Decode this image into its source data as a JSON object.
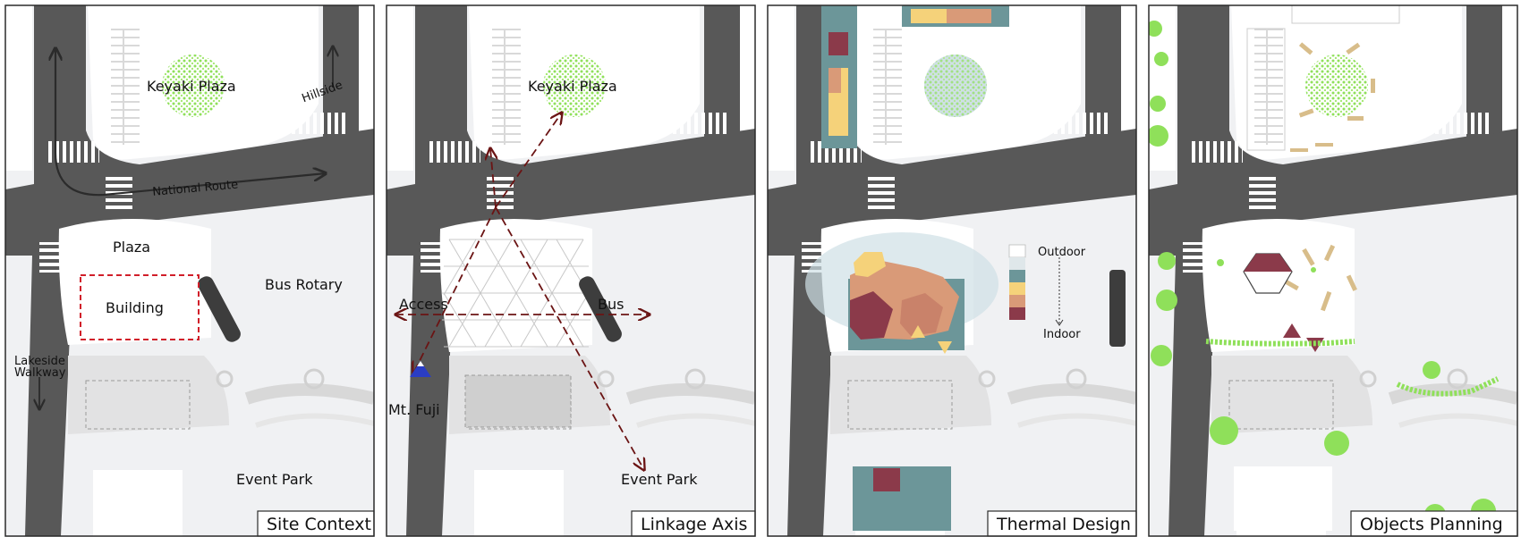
{
  "colors": {
    "road": "#585858",
    "ground": "#f0f1f3",
    "plaza": "#ffffff",
    "paving": "#e2e2e3",
    "tree": "#8fe05a",
    "axis": "#6b1414",
    "teal": "#6c9699",
    "maroon": "#8b3a4a",
    "salmon": "#d99a78",
    "yellow": "#f5d27a",
    "fuji": "#2a3dc4"
  },
  "panels": [
    {
      "caption": "Site Context",
      "labels": {
        "keyaki": "Keyaki Plaza",
        "hillside": "Hillside",
        "national_route": "National Route",
        "plaza": "Plaza",
        "building": "Building",
        "bus_rotary": "Bus Rotary",
        "lakeside": "Lakeside",
        "walkway": "Walkway",
        "event_park": "Event Park"
      }
    },
    {
      "caption": "Linkage Axis",
      "labels": {
        "keyaki": "Keyaki Plaza",
        "access": "Access",
        "bus": "Bus",
        "fuji": "Mt. Fuji",
        "event_park": "Event Park"
      }
    },
    {
      "caption": "Thermal Design",
      "legend": {
        "top": "Outdoor",
        "bottom": "Indoor"
      }
    },
    {
      "caption": "Objects Planning"
    }
  ]
}
